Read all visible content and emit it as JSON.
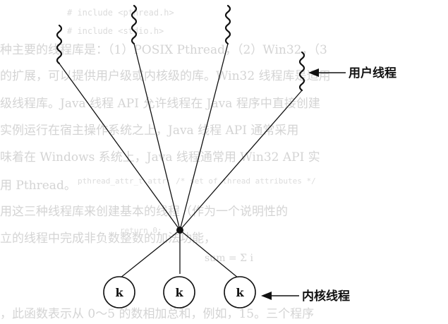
{
  "labels": {
    "user_threads": "用户线程",
    "kernel_threads": "内核线程"
  },
  "kernel_thread_label": "k",
  "background_text": {
    "code_1": "# include <pthread.h>",
    "code_2": "# include <stdio.h>",
    "line_1": "种主要的线程库是：（1）POSIX Pthread，（2）Win32，（3",
    "line_2": "的扩展，可以提供用户级或内核级的库。Win32 线程库是适用",
    "line_3": "级线程库。Java 线程 API 允许线程在 Java 程序中直接创建",
    "line_4": "实例运行在宿主操作系统之上，Java 线程 API 通常采用",
    "line_5": "味着在 Windows 系统上，Java 线程通常用 Win32 API 实",
    "line_6": "用 Pthread。",
    "line_7": "用这三种线程库来创建基本的线程（作为一个说明性的",
    "line_8": "立的线程中完成非负数整数的加法功能，",
    "code_3": "pthread_attr_t attr; /* set of thread attributes */",
    "code_4": "return 0;",
    "code_5": "sum = Σ i",
    "line_9": "，此函数表示从 0～5 的数相加总和，例如，15。三个程序"
  },
  "colors": {
    "ink": "#111111",
    "ghost": "#d4d4d4"
  }
}
